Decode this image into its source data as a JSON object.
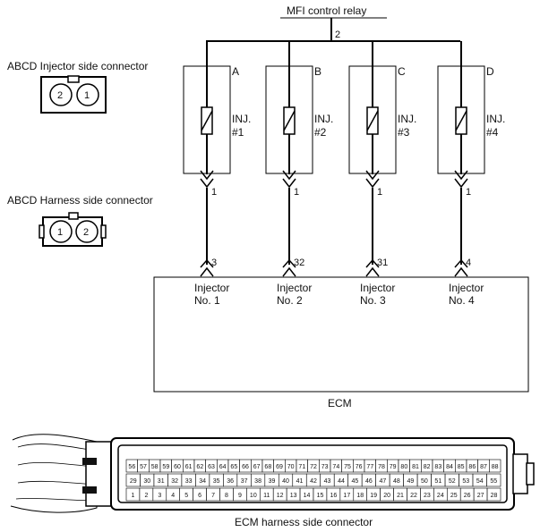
{
  "relay_label": "MFI control relay",
  "relay_pin": "2",
  "injector_side_connector_label": "ABCD Injector side connector",
  "harness_side_connector_label": "ABCD Harness side connector",
  "injector_connector_pins": [
    "2",
    "1"
  ],
  "harness_connector_pins": [
    "1",
    "2"
  ],
  "injectors": [
    {
      "letter": "A",
      "inj": "INJ.",
      "num": "#1",
      "conn_pin": "1",
      "ecm_pin": "3",
      "ecm_label1": "Injector",
      "ecm_label2": "No. 1"
    },
    {
      "letter": "B",
      "inj": "INJ.",
      "num": "#2",
      "conn_pin": "1",
      "ecm_pin": "32",
      "ecm_label1": "Injector",
      "ecm_label2": "No. 2"
    },
    {
      "letter": "C",
      "inj": "INJ.",
      "num": "#3",
      "conn_pin": "1",
      "ecm_pin": "31",
      "ecm_label1": "Injector",
      "ecm_label2": "No. 3"
    },
    {
      "letter": "D",
      "inj": "INJ.",
      "num": "#4",
      "conn_pin": "1",
      "ecm_pin": "4",
      "ecm_label1": "Injector",
      "ecm_label2": "No. 4"
    }
  ],
  "ecm_label": "ECM",
  "ecm_harness_label": "ECM harness side connector",
  "ecm_connector_rows": [
    [
      "56",
      "57",
      "58",
      "59",
      "60",
      "61",
      "62",
      "63",
      "64",
      "65",
      "66",
      "67",
      "68",
      "69",
      "70",
      "71",
      "72",
      "73",
      "74",
      "75",
      "76",
      "77",
      "78",
      "79",
      "80",
      "81",
      "82",
      "83",
      "84",
      "85",
      "86",
      "87",
      "88"
    ],
    [
      "29",
      "30",
      "31",
      "32",
      "33",
      "34",
      "35",
      "36",
      "37",
      "38",
      "39",
      "40",
      "41",
      "42",
      "43",
      "44",
      "45",
      "46",
      "47",
      "48",
      "49",
      "50",
      "51",
      "52",
      "53",
      "54",
      "55"
    ],
    [
      "1",
      "2",
      "3",
      "4",
      "5",
      "6",
      "7",
      "8",
      "9",
      "10",
      "11",
      "12",
      "13",
      "14",
      "15",
      "16",
      "17",
      "18",
      "19",
      "20",
      "21",
      "22",
      "23",
      "24",
      "25",
      "26",
      "27",
      "28"
    ]
  ]
}
